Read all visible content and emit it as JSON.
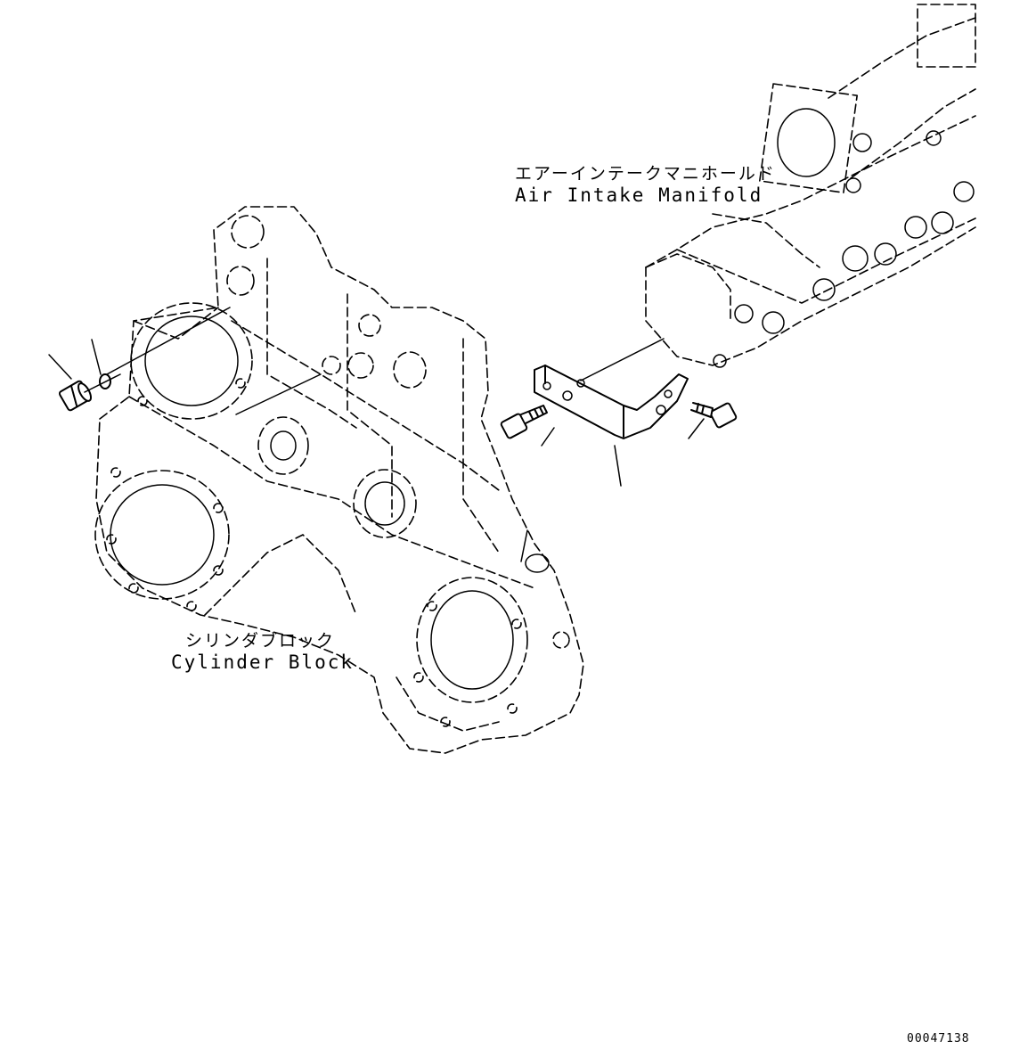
{
  "labels": {
    "manifold_jp": "エアーインテークマニホールド",
    "manifold_en": "Air Intake Manifold",
    "block_jp": "シリンダブロック",
    "block_en": "Cylinder Block"
  },
  "drawing_number": "00047138",
  "parts": [
    {
      "name": "plug"
    },
    {
      "name": "o-ring"
    },
    {
      "name": "bracket"
    },
    {
      "name": "bolt-left"
    },
    {
      "name": "bolt-right"
    }
  ]
}
